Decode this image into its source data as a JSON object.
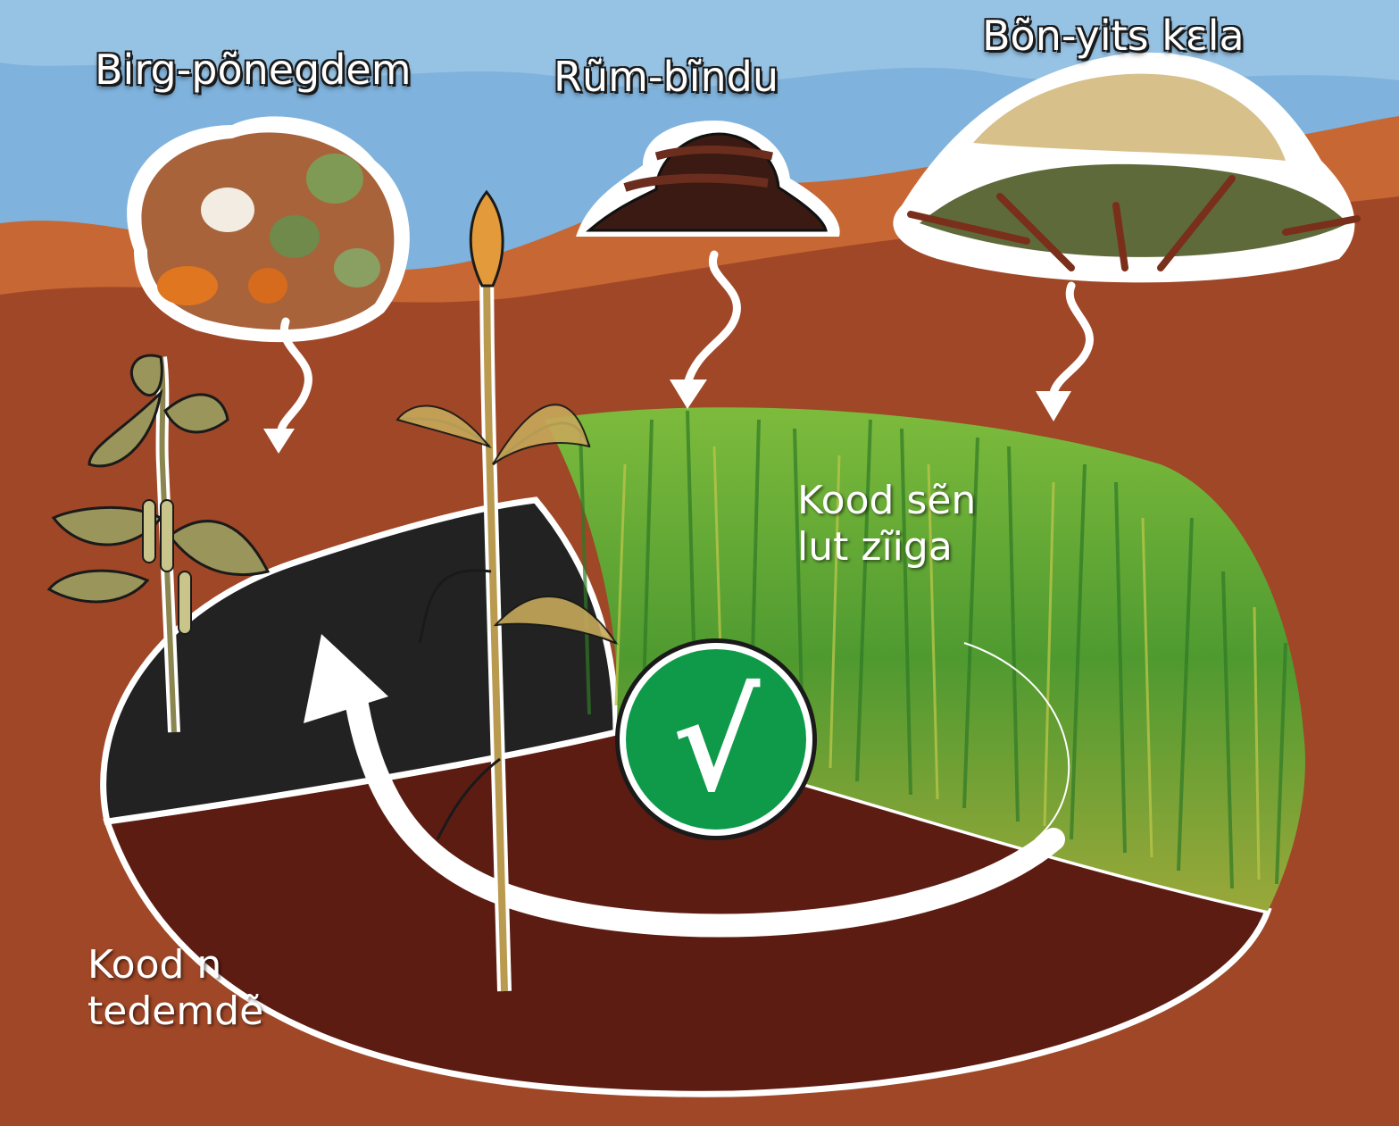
{
  "labels": {
    "waste": "Birg-põnegdem",
    "manure": "Rũm-bĩndu",
    "residue": "Bõn-yits kɛla",
    "fallow_line1": "Kood sẽn",
    "fallow_line2": "lut zĩiga",
    "crop_line1": "Kood n",
    "crop_line2": "tedemdẽ"
  },
  "badge": {
    "symbol": "√",
    "icon": "checkmark-icon"
  },
  "colors": {
    "sky": "#7fb2dc",
    "soil": "#9f4727",
    "soil_light": "#c76734",
    "dark_soil": "#5c1c12",
    "black_soil": "#222222",
    "grass": "#5fa032",
    "badge": "#0f9a4a"
  }
}
